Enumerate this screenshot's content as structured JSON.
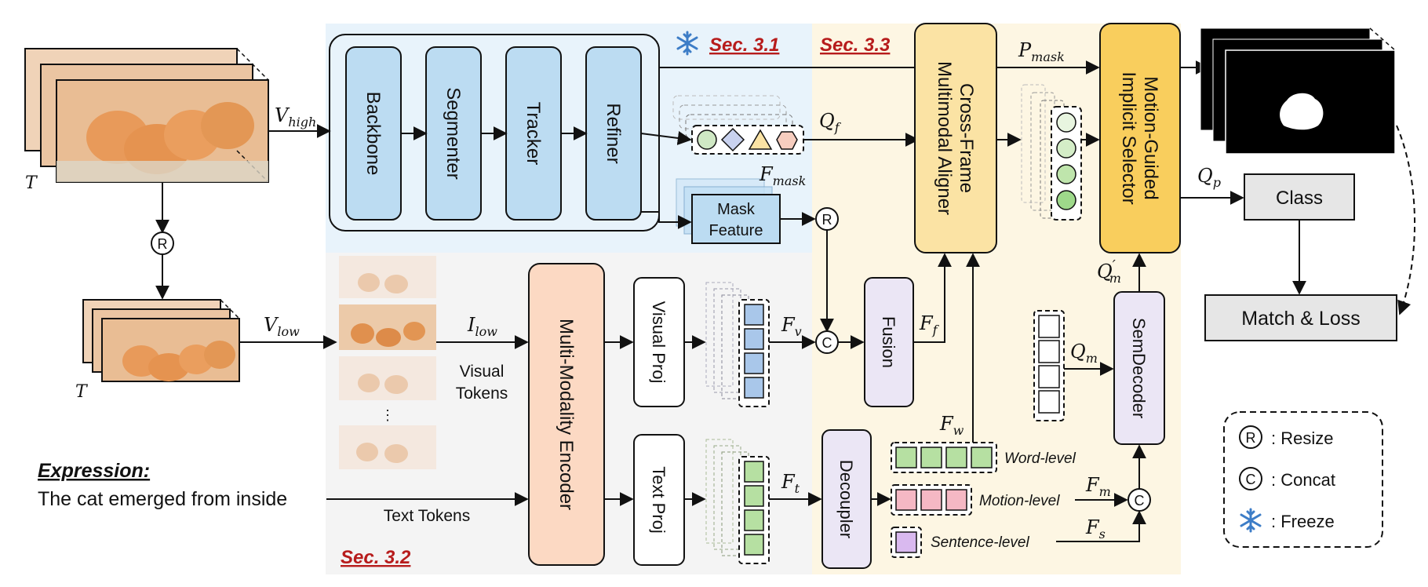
{
  "sections": {
    "sec31": "Sec. 3.1",
    "sec32": "Sec. 3.2",
    "sec33": "Sec. 3.3"
  },
  "modules": {
    "backbone": "Backbone",
    "segmenter": "Segmenter",
    "tracker": "Tracker",
    "refiner": "Refiner",
    "mask_feature_1": "Mask",
    "mask_feature_2": "Feature",
    "mm_encoder": "Multi-Modality Encoder",
    "visual_proj": "Visual Proj",
    "text_proj": "Text Proj",
    "fusion": "Fusion",
    "decoupler": "Decoupler",
    "cross_frame_1": "Cross-Frame",
    "cross_frame_2": "Multimodal Aligner",
    "motion_sel_1": "Motion-Guided",
    "motion_sel_2": "Implicit  Selector",
    "semdecoder": "SemDecoder",
    "class": "Class",
    "match_loss": "Match & Loss"
  },
  "labels": {
    "visual_tokens_1": "Visual",
    "visual_tokens_2": "Tokens",
    "text_tokens": "Text Tokens",
    "word_level": "Word-level",
    "motion_level": "Motion-level",
    "sentence_level": "Sentence-level",
    "expression_title": "Expression:",
    "expression_text": "The cat emerged from inside",
    "dots": "⋮"
  },
  "math": {
    "v_high": "V",
    "v_high_sub": "high",
    "v_low": "V",
    "v_low_sub": "low",
    "i_low": "I",
    "i_low_sub": "low",
    "t_top": "T",
    "t_bottom": "T",
    "q_f": "Q",
    "q_f_sub": "f",
    "f_mask": "F",
    "f_mask_sub": "mask",
    "p_mask": "P",
    "p_mask_sub": "mask",
    "q_p": "Q",
    "q_p_sub": "p",
    "q_m_prime": "Q",
    "q_m_prime_sub": "m",
    "q_m": "Q",
    "q_m_sub": "m",
    "f_v": "F",
    "f_v_sub": "v",
    "f_t": "F",
    "f_t_sub": "t",
    "f_f": "F",
    "f_f_sub": "f",
    "f_w": "F",
    "f_w_sub": "w",
    "f_m": "F",
    "f_m_sub": "m",
    "f_s": "F",
    "f_s_sub": "s"
  },
  "ops": {
    "resize_symbol": "R",
    "concat_symbol": "C"
  },
  "legend": {
    "resize_symbol": "R",
    "resize_label": ": Resize",
    "concat_symbol": "C",
    "concat_label": ": Concat",
    "freeze_label": ": Freeze"
  },
  "colors": {
    "frozen_bg": "#e8f3fb",
    "sec32_bg": "#f4f4f4",
    "sec33_bg": "#fdf6e3",
    "blue_module": "#bcdcf2",
    "yellow_module": "#fbe3a4",
    "orange_module": "#fcd9c3",
    "lavender_module": "#ebe6f5",
    "gray_module": "#e6e6e6",
    "section_red": "#b71c1c",
    "snowflake": "#3d7dc7"
  }
}
